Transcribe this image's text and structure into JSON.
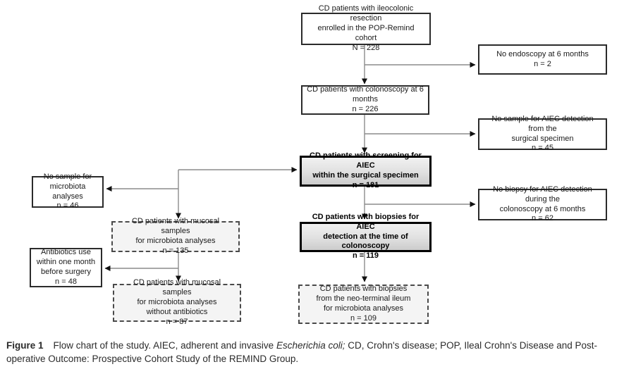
{
  "figure": {
    "nodes": {
      "enrolled": {
        "lines": [
          "CD patients with ileocolonic resection",
          "enrolled in the POP-Remind cohort",
          "N = 228"
        ]
      },
      "no_endoscopy": {
        "lines": [
          "No endoscopy at 6 months",
          "n = 2"
        ]
      },
      "colonoscopy": {
        "lines": [
          "CD patients with colonoscopy at 6",
          "months",
          "n = 226"
        ]
      },
      "no_sample_aiec": {
        "lines": [
          "No sample for AIEC detection from the",
          "surgical specimen",
          "n = 45"
        ]
      },
      "screening_aiec": {
        "lines": [
          "CD patients with screening for AIEC",
          "within the surgical specimen",
          "n = 181"
        ]
      },
      "no_biopsy_aiec": {
        "lines": [
          "No biopsy for AIEC detection during the",
          "colonoscopy at 6 months",
          "n = 62"
        ]
      },
      "biopsies_aiec": {
        "lines": [
          "CD patients with biopsies for AIEC",
          "detection at the time of colonoscopy",
          "n = 119"
        ]
      },
      "neo_terminal_biopsies": {
        "lines": [
          "CD patients with biopsies",
          "from the neo-terminal ileum",
          "for microbiota analyses",
          "n = 109"
        ]
      },
      "no_sample_microbiota": {
        "lines": [
          "No sample for",
          "microbiota analyses",
          "n = 46"
        ]
      },
      "mucosal_samples": {
        "lines": [
          "CD patients with mucosal samples",
          "for microbiota analyses",
          "n = 135"
        ]
      },
      "antibiotics_use": {
        "lines": [
          "Antibiotics use",
          "within one month",
          "before surgery",
          "n = 48"
        ]
      },
      "mucosal_no_antibiotics": {
        "lines": [
          "CD patients with mucosal samples",
          "for microbiota analyses",
          "without antibiotics",
          "n = 87"
        ]
      }
    },
    "caption": {
      "label": "Figure 1",
      "before_italic": "Flow chart of the study. AIEC, adherent and invasive ",
      "italic": "Escherichia coli;",
      "after_italic": " CD, Crohn's disease; POP, Ileal Crohn's Disease and Post-operative Outcome: Prospective Cohort Study of the REMIND Group."
    },
    "colors": {
      "key_box_fill_top": "#f1f1f1",
      "key_box_fill_bottom": "#cccccc",
      "dashed_box_fill": "#f4f4f4",
      "connector_line": "#8c8c8c",
      "arrowhead": "#111111",
      "box_border": "#2b2b2b"
    }
  }
}
